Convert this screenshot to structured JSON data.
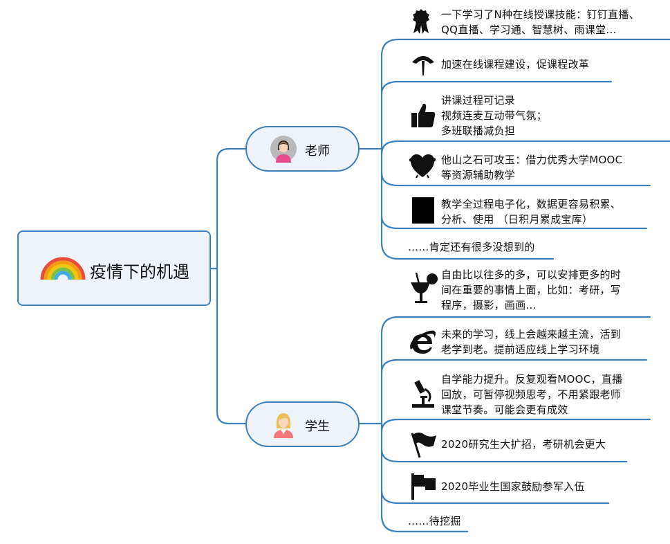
{
  "root": {
    "title": "疫情下的机遇",
    "icon": "rainbow-icon"
  },
  "branches": {
    "teacher": {
      "label": "老师",
      "icon": "teacher-avatar-icon"
    },
    "student": {
      "label": "学生",
      "icon": "student-avatar-icon"
    }
  },
  "teacher_items": [
    {
      "icon": "award-ribbon-icon",
      "lines": [
        "一下学习了N种在线授课技能：钉钉直播、",
        "QQ直播、学习通、智慧树、雨课堂..."
      ]
    },
    {
      "icon": "speedometer-icon",
      "lines": [
        "加速在线课程建设，促课程改革"
      ]
    },
    {
      "icon": "thumbs-up-icon",
      "lines": [
        "讲课过程可记录",
        "视频连麦互动带气氛；",
        "多班联播减负担"
      ]
    },
    {
      "icon": "heart-icon",
      "lines": [
        "他山之石可攻玉：借力优秀大学MOOC",
        "等资源辅助教学"
      ]
    },
    {
      "icon": "black-square-icon",
      "lines": [
        "教学全过程电子化，数据更容易积累、",
        "分析、使用 （日积月累成宝库）"
      ]
    },
    {
      "icon": "",
      "lines": [
        "……肯定还有很多没想到的"
      ]
    }
  ],
  "student_items": [
    {
      "icon": "cocktail-icon",
      "lines": [
        "自由比以往多的多，可以安排更多的时",
        "间在重要的事情上面，比如：考研，写",
        "程序，摄影，画画..."
      ]
    },
    {
      "icon": "internet-explorer-icon",
      "lines": [
        "未来的学习，线上会越来越主流，活到",
        "老学到老。提前适应线上学习环境"
      ]
    },
    {
      "icon": "microscope-icon",
      "lines": [
        "自学能力提升。反复观看MOOC，直播",
        "回放，可暂停视频思考，不用紧跟老师",
        "课堂节奏。可能会更有成效"
      ]
    },
    {
      "icon": "waving-flag-icon",
      "lines": [
        "2020研究生大扩招，考研机会更大"
      ]
    },
    {
      "icon": "black-flag-icon",
      "lines": [
        "2020毕业生国家鼓励参军入伍"
      ]
    },
    {
      "icon": "",
      "lines": [
        "……待挖掘"
      ]
    }
  ],
  "colors": {
    "line": "#3c7fbd",
    "node_fill": "#eef3fa"
  }
}
